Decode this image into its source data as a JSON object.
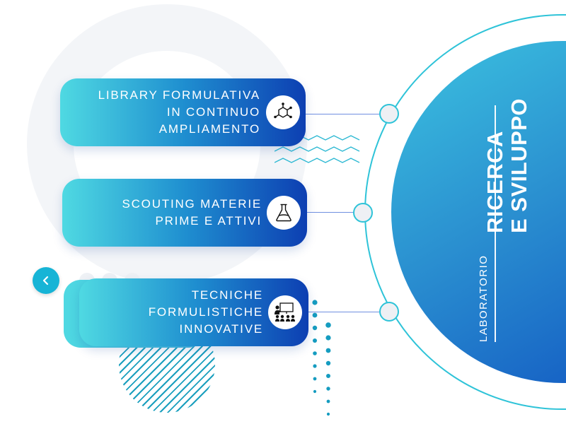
{
  "title": {
    "lab": "LABORATORIO",
    "line1": "RICERCA",
    "line2": "E SVILUPPO"
  },
  "cards": [
    {
      "lines": [
        "LIBRARY FORMULATIVA",
        "IN CONTINUO",
        "AMPLIAMENTO"
      ],
      "icon": "molecule-icon"
    },
    {
      "lines": [
        "SCOUTING MATERIE",
        "PRIME E ATTIVI"
      ],
      "icon": "flask-icon"
    },
    {
      "lines": [
        "TECNICHE",
        "FORMULISTICHE",
        "INNOVATIVE"
      ],
      "icon": "meeting-presentation-icon"
    }
  ],
  "nav": {
    "back_icon": "chevron-left-icon"
  },
  "colors": {
    "accent": "#2ec3d8",
    "gradient_start": "#4fd9e2",
    "gradient_end": "#0d3fb2",
    "connector": "#6f8fe0"
  }
}
